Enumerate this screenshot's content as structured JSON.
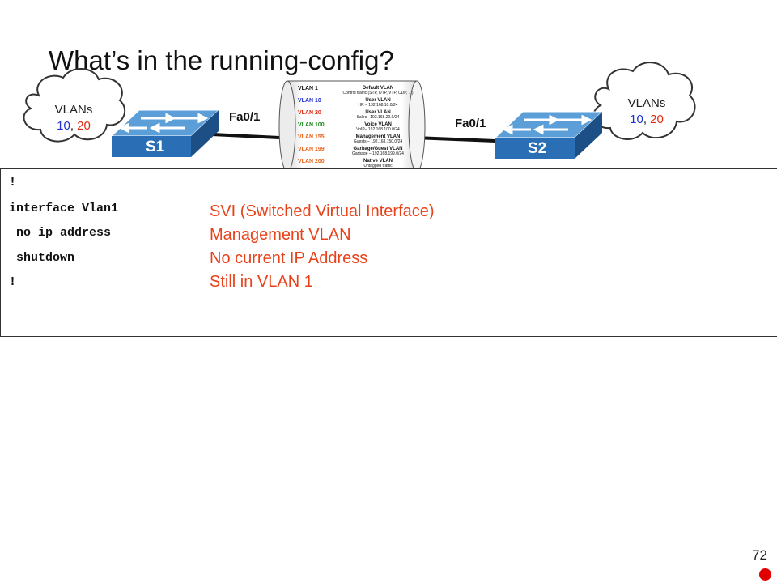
{
  "slide": {
    "title": "What’s in the running-config?",
    "page_number": "72"
  },
  "diagram": {
    "left_cloud": {
      "heading": "VLANs",
      "vlan_a": "10",
      "separator": ", ",
      "vlan_b": "20"
    },
    "right_cloud": {
      "heading": "VLANs",
      "vlan_a": "10",
      "separator": ", ",
      "vlan_b": "20"
    },
    "switch_left": "S1",
    "switch_right": "S2",
    "port_left": "Fa0/1",
    "port_right": "Fa0/1",
    "trunk_vlans": [
      {
        "name": "VLAN 1",
        "color": "#111111",
        "title": "Default VLAN",
        "detail": "Control traffic (STP, DTP, VTP, CDP, ...)"
      },
      {
        "name": "VLAN 10",
        "color": "#1f2fd0",
        "title": "User VLAN",
        "detail": "HR – 192.168.10.0/24"
      },
      {
        "name": "VLAN 20",
        "color": "#e02a10",
        "title": "User VLAN",
        "detail": "Sales– 192.168.20.0/24"
      },
      {
        "name": "VLAN 100",
        "color": "#1a8a1a",
        "title": "Voice VLAN",
        "detail": "VoIP– 192.168.100.0/24"
      },
      {
        "name": "VLAN 155",
        "color": "#e8621a",
        "title": "Management VLAN",
        "detail": "Guests – 192.168.150.0/24"
      },
      {
        "name": "VLAN 199",
        "color": "#e8621a",
        "title": "Garbage/Guest VLAN",
        "detail": "Garbage – 192.168.199.0/24"
      },
      {
        "name": "VLAN 200",
        "color": "#e8621a",
        "title": "Native VLAN",
        "detail": "Untagged traffic"
      }
    ]
  },
  "config": {
    "lines": [
      "!",
      "interface Vlan1",
      " no ip address",
      " shutdown",
      "!"
    ],
    "notes": [
      "SVI (Switched Virtual Interface)",
      "Management VLAN",
      "No current IP Address",
      "Still in VLAN 1"
    ]
  },
  "colors": {
    "note_text": "#e8421a",
    "vlan_10": "#1f2fd0",
    "vlan_20": "#e02a10",
    "switch_blue": "#2a6fb5"
  }
}
